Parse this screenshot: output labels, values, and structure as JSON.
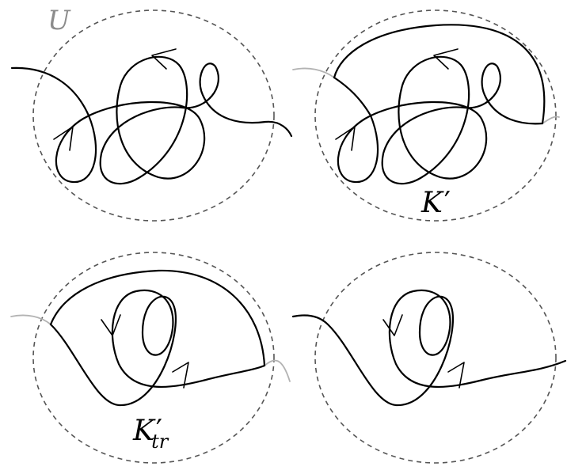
{
  "panels": [
    {
      "id": "top-left",
      "label_main": "U",
      "label_prime": "",
      "label_sub": ""
    },
    {
      "id": "top-right",
      "label_main": "K",
      "label_prime": "′",
      "label_sub": ""
    },
    {
      "id": "bottom-left",
      "label_main": "K",
      "label_prime": "′",
      "label_sub": "tr"
    },
    {
      "id": "bottom-right",
      "label_main": "",
      "label_prime": "",
      "label_sub": ""
    }
  ],
  "colors": {
    "knot": "#000000",
    "outside_strand": "#b3b3b3",
    "neighborhood_boundary": "#555555",
    "label_U": "#8c8c8c",
    "label_K": "#000000"
  }
}
